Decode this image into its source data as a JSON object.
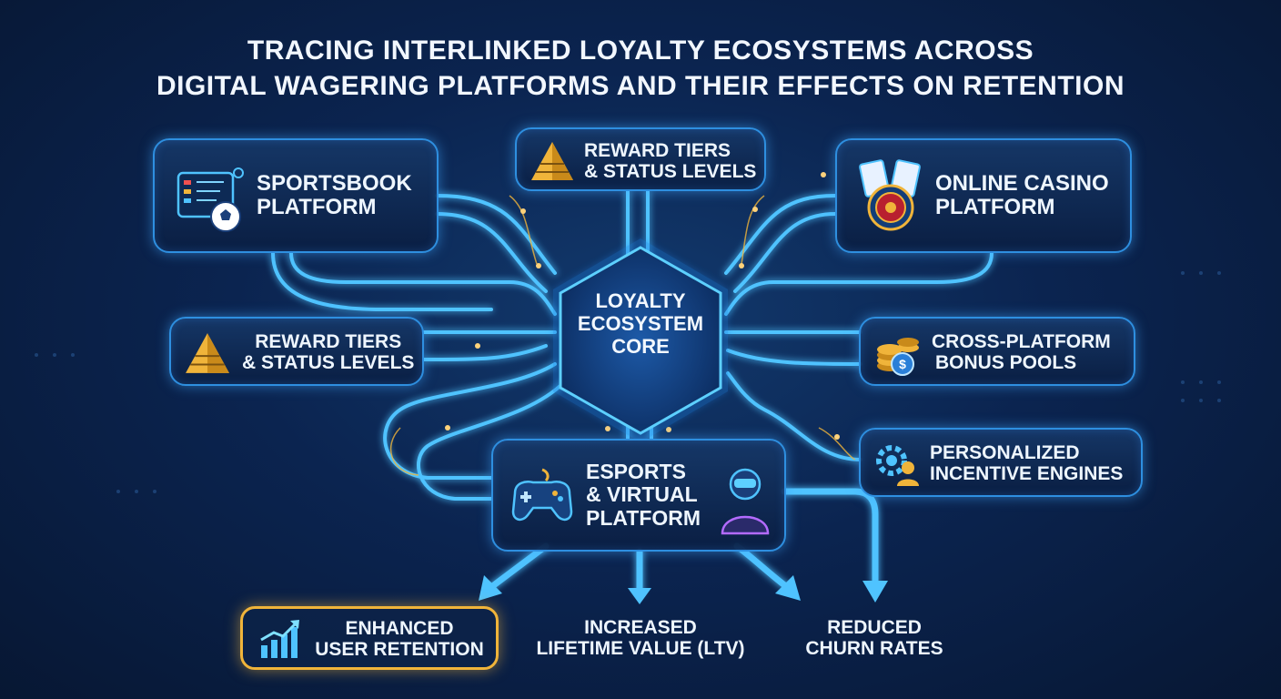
{
  "title": {
    "line1": "TRACING INTERLINKED LOYALTY ECOSYSTEMS ACROSS",
    "line2": "DIGITAL WAGERING PLATFORMS AND THEIR EFFECTS ON RETENTION"
  },
  "core": {
    "line1": "LOYALTY",
    "line2": "ECOSYSTEM",
    "line3": "CORE"
  },
  "nodes": {
    "sportsbook": {
      "line1": "SPORTSBOOK",
      "line2": "PLATFORM",
      "icon": "sportsbook-dashboard-icon"
    },
    "reward_top": {
      "line1": "REWARD TIERS",
      "line2": "& STATUS LEVELS",
      "icon": "pyramid-icon"
    },
    "casino": {
      "line1": "ONLINE CASINO",
      "line2": "PLATFORM",
      "icon": "casino-cards-roulette-icon"
    },
    "reward_left": {
      "line1": "REWARD TIERS",
      "line2": "& STATUS LEVELS",
      "icon": "pyramid-icon"
    },
    "bonus_pools": {
      "line1": "CROSS-PLATFORM",
      "line2": "BONUS POOLS",
      "icon": "coin-stack-icon"
    },
    "incentive": {
      "line1": "PERSONALIZED",
      "line2": "INCENTIVE ENGINES",
      "icon": "gear-user-icon"
    },
    "esports": {
      "line1": "ESPORTS",
      "line2": "& VIRTUAL",
      "line3": "PLATFORM",
      "icon": "gamepad-icon"
    }
  },
  "outcomes": {
    "retention": {
      "line1": "ENHANCED",
      "line2": "USER RETENTION",
      "icon": "growth-chart-icon"
    },
    "ltv": {
      "line1": "INCREASED",
      "line2": "LIFETIME VALUE (LTV)"
    },
    "churn": {
      "line1": "REDUCED",
      "line2": "CHURN RATES"
    }
  },
  "colors": {
    "background": "#0b2450",
    "wire": "#4fc3ff",
    "wire_glow": "#1f7fe0",
    "accent_gold": "#f0b43a",
    "node_border": "#2e8fe0"
  }
}
